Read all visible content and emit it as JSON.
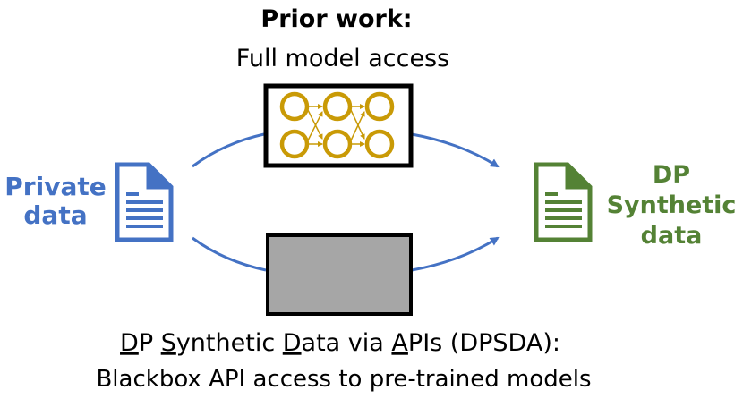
{
  "prior": {
    "title": "Prior work:",
    "subtitle": "Full model access"
  },
  "left": {
    "line1": "Private",
    "line2": "data"
  },
  "right": {
    "line1": "DP",
    "line2": "Synthetic",
    "line3": "data"
  },
  "bottom": {
    "t1": "D",
    "t2": "P ",
    "t3": "S",
    "t4": "ynthetic ",
    "t5": "D",
    "t6": "ata via ",
    "t7": "A",
    "t8": "PIs (DPSDA):",
    "subtitle": "Blackbox API access to pre-trained models"
  },
  "colors": {
    "blue": "#4472C4",
    "gold": "#C99A06",
    "green": "#548235",
    "gray": "#A6A6A6"
  }
}
